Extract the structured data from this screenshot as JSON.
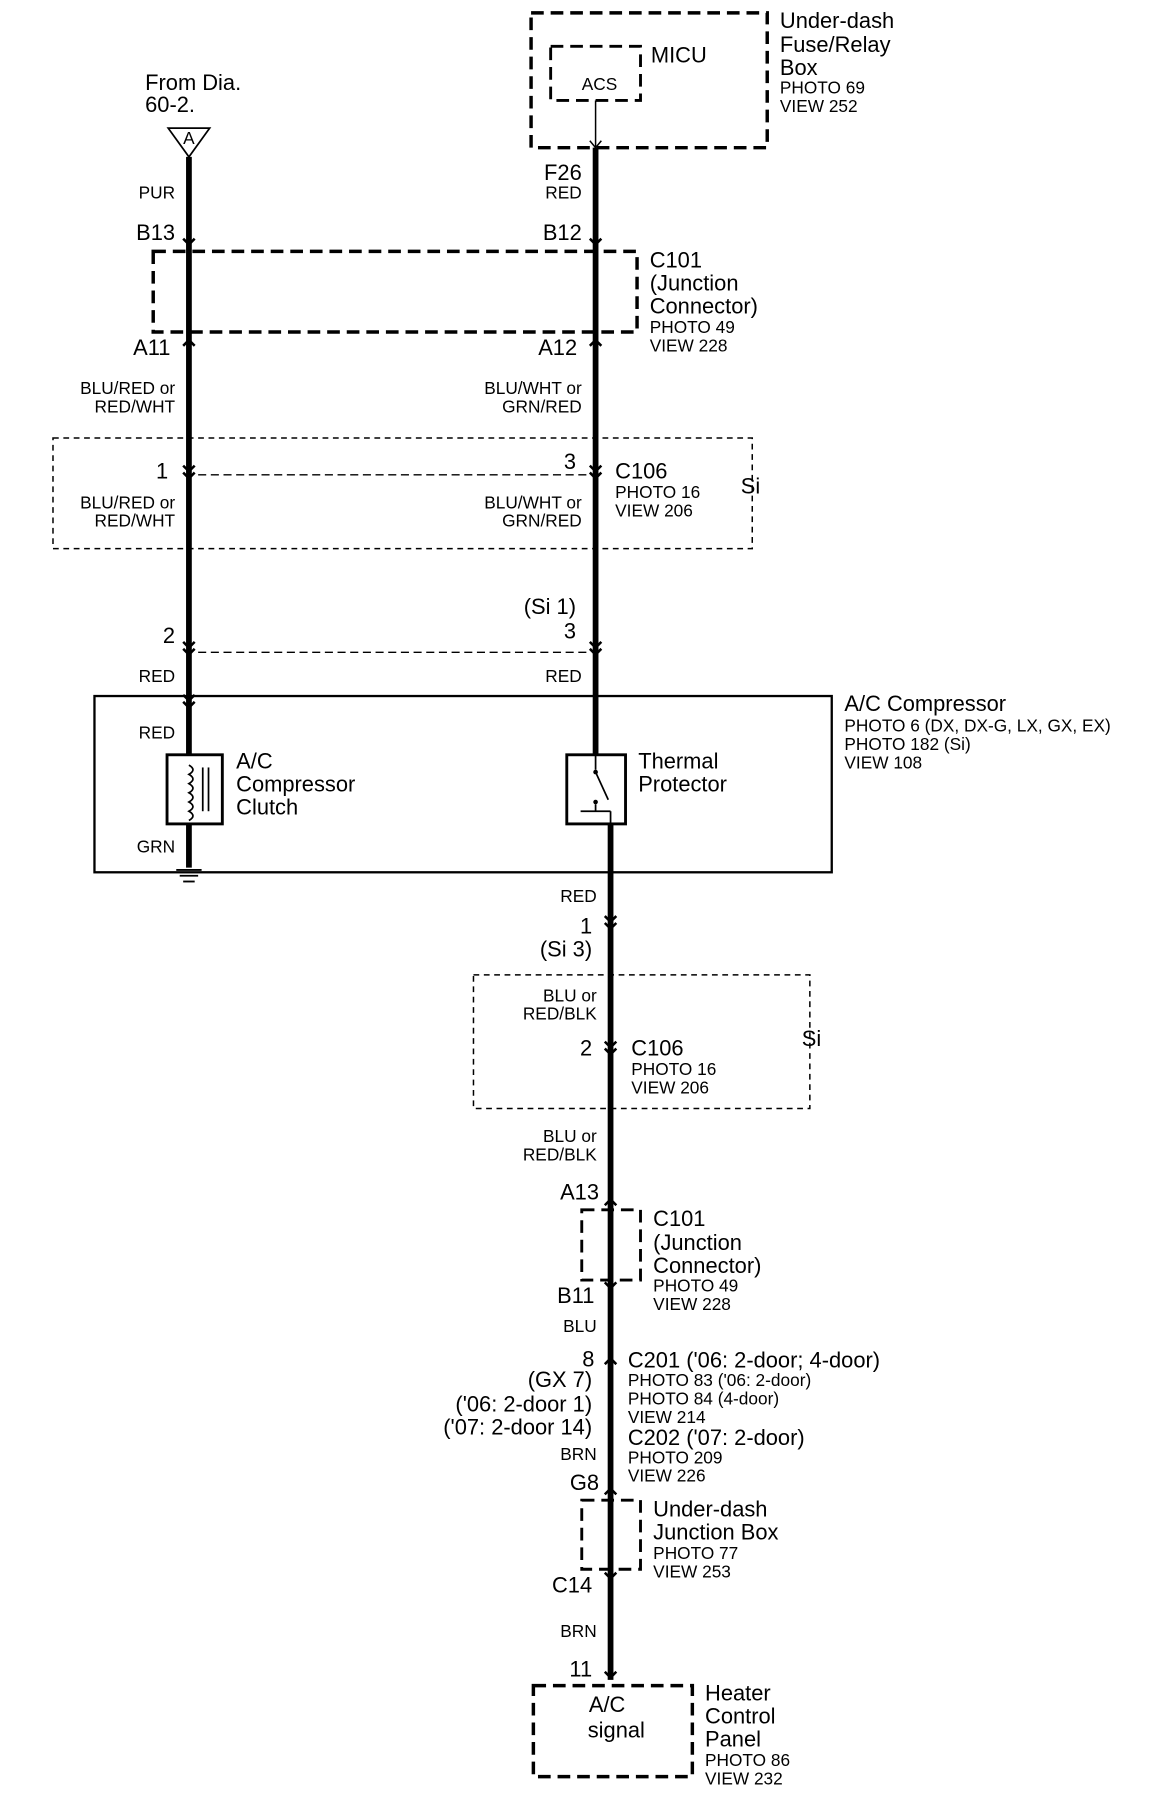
{
  "fuse_box": {
    "title": [
      "Under-dash",
      "Fuse/Relay",
      "Box"
    ],
    "photo": "PHOTO 69",
    "view": "VIEW 252",
    "micu_label": "MICU",
    "acs_label": "ACS"
  },
  "from_dia": {
    "label": [
      "From Dia.",
      "60-2."
    ],
    "connector_letter": "A"
  },
  "left_wire": {
    "color_top": "PUR",
    "pin_b13": "B13",
    "pin_a11": "A11",
    "color_mid": [
      "BLU/RED or",
      "RED/WHT"
    ],
    "pin_1": "1",
    "color_below_c106": [
      "BLU/RED or",
      "RED/WHT"
    ],
    "pin_2": "2",
    "color_red_1": "RED",
    "color_red_2": "RED",
    "color_grn": "GRN"
  },
  "right_wire": {
    "pin_f26": "F26",
    "color_top": "RED",
    "pin_b12": "B12",
    "pin_a12": "A12",
    "color_mid": [
      "BLU/WHT or",
      "GRN/RED"
    ],
    "pin_3": "3",
    "color_below_c106": [
      "BLU/WHT or",
      "GRN/RED"
    ],
    "si_note": "(Si 1)",
    "pin_3b": "3",
    "color_red": "RED"
  },
  "c101_top": {
    "title": [
      "C101",
      "(Junction",
      "Connector)"
    ],
    "photo": "PHOTO 49",
    "view": "VIEW 228"
  },
  "c106_top": {
    "title": "C106",
    "photo": "PHOTO 16",
    "view": "VIEW 206",
    "si": "Si"
  },
  "compressor": {
    "title": "A/C Compressor",
    "photo_lines": [
      "PHOTO 6 (DX, DX-G, LX, GX, EX)",
      "PHOTO 182 (Si)"
    ],
    "view": "VIEW 108",
    "clutch_label": [
      "A/C",
      "Compressor",
      "Clutch"
    ],
    "thermal_label": [
      "Thermal",
      "Protector"
    ]
  },
  "lower_wire": {
    "color_red": "RED",
    "pin_1": "1",
    "si_note": "(Si 3)",
    "color_c106_above": [
      "BLU or",
      "RED/BLK"
    ],
    "pin_2": "2",
    "color_c106_below": [
      "BLU or",
      "RED/BLK"
    ],
    "pin_a13": "A13",
    "pin_b11": "B11",
    "color_blu": "BLU",
    "pin_8": "8",
    "notes_left": [
      "(GX 7)",
      "('06: 2-door 1)",
      "('07: 2-door 14)"
    ],
    "color_brn_1": "BRN",
    "pin_g8": "G8",
    "pin_c14": "C14",
    "color_brn_2": "BRN",
    "pin_11": "11"
  },
  "c106_bottom": {
    "title": "C106",
    "photo": "PHOTO 16",
    "view": "VIEW 206",
    "si": "Si"
  },
  "c101_bottom": {
    "title": [
      "C101",
      "(Junction",
      "Connector)"
    ],
    "photo": "PHOTO 49",
    "view": "VIEW 228"
  },
  "c201": {
    "title": "C201 ('06: 2-door; 4-door)",
    "photo_1": "PHOTO 83 ('06: 2-door)",
    "photo_2": "PHOTO 84 (4-door)",
    "view": "VIEW 214",
    "c202_title": "C202 ('07: 2-door)",
    "c202_photo": "PHOTO 209",
    "c202_view": "VIEW 226"
  },
  "junction_box": {
    "title": [
      "Under-dash",
      "Junction Box"
    ],
    "photo": "PHOTO 77",
    "view": "VIEW 253"
  },
  "heater_panel": {
    "inner_label": [
      "A/C",
      "signal"
    ],
    "title": [
      "Heater",
      "Control",
      "Panel"
    ],
    "photo": "PHOTO 86",
    "view": "VIEW 232"
  }
}
